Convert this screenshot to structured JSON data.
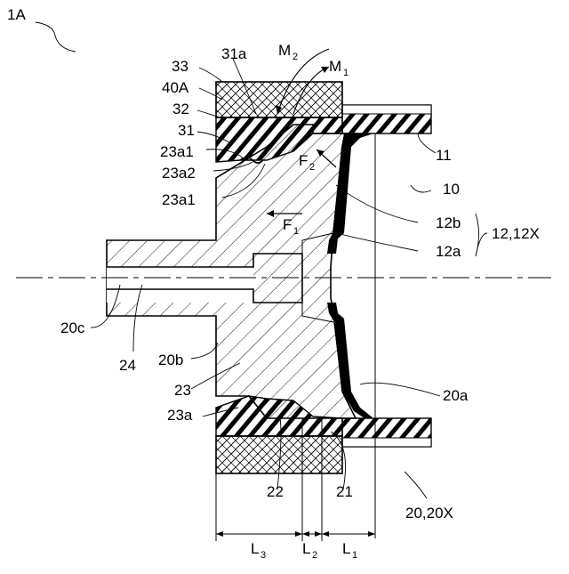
{
  "figure": {
    "title": "1A",
    "labels": {
      "l33": "33",
      "l40A": "40A",
      "l32": "32",
      "l31": "31",
      "l31a": "31a",
      "lM2": "M",
      "lM2sub": "2",
      "lM1": "M",
      "lM1sub": "1",
      "l23a1_top": "23a1",
      "l23a2": "23a2",
      "l23a1_bot": "23a1",
      "lF2": "F",
      "lF2sub": "2",
      "lF1": "F",
      "lF1sub": "1",
      "l11": "11",
      "l10": "10",
      "l12b": "12b",
      "l12a": "12a",
      "l12group": "12,12X",
      "l20c": "20c",
      "l24": "24",
      "l20b": "20b",
      "l23": "23",
      "l20a": "20a",
      "l23a": "23a",
      "l22": "22",
      "l21": "21",
      "l20group": "20,20X",
      "lL3": "L",
      "lL3sub": "3",
      "lL2": "L",
      "lL2sub": "2",
      "lL1": "L",
      "lL1sub": "1"
    }
  }
}
